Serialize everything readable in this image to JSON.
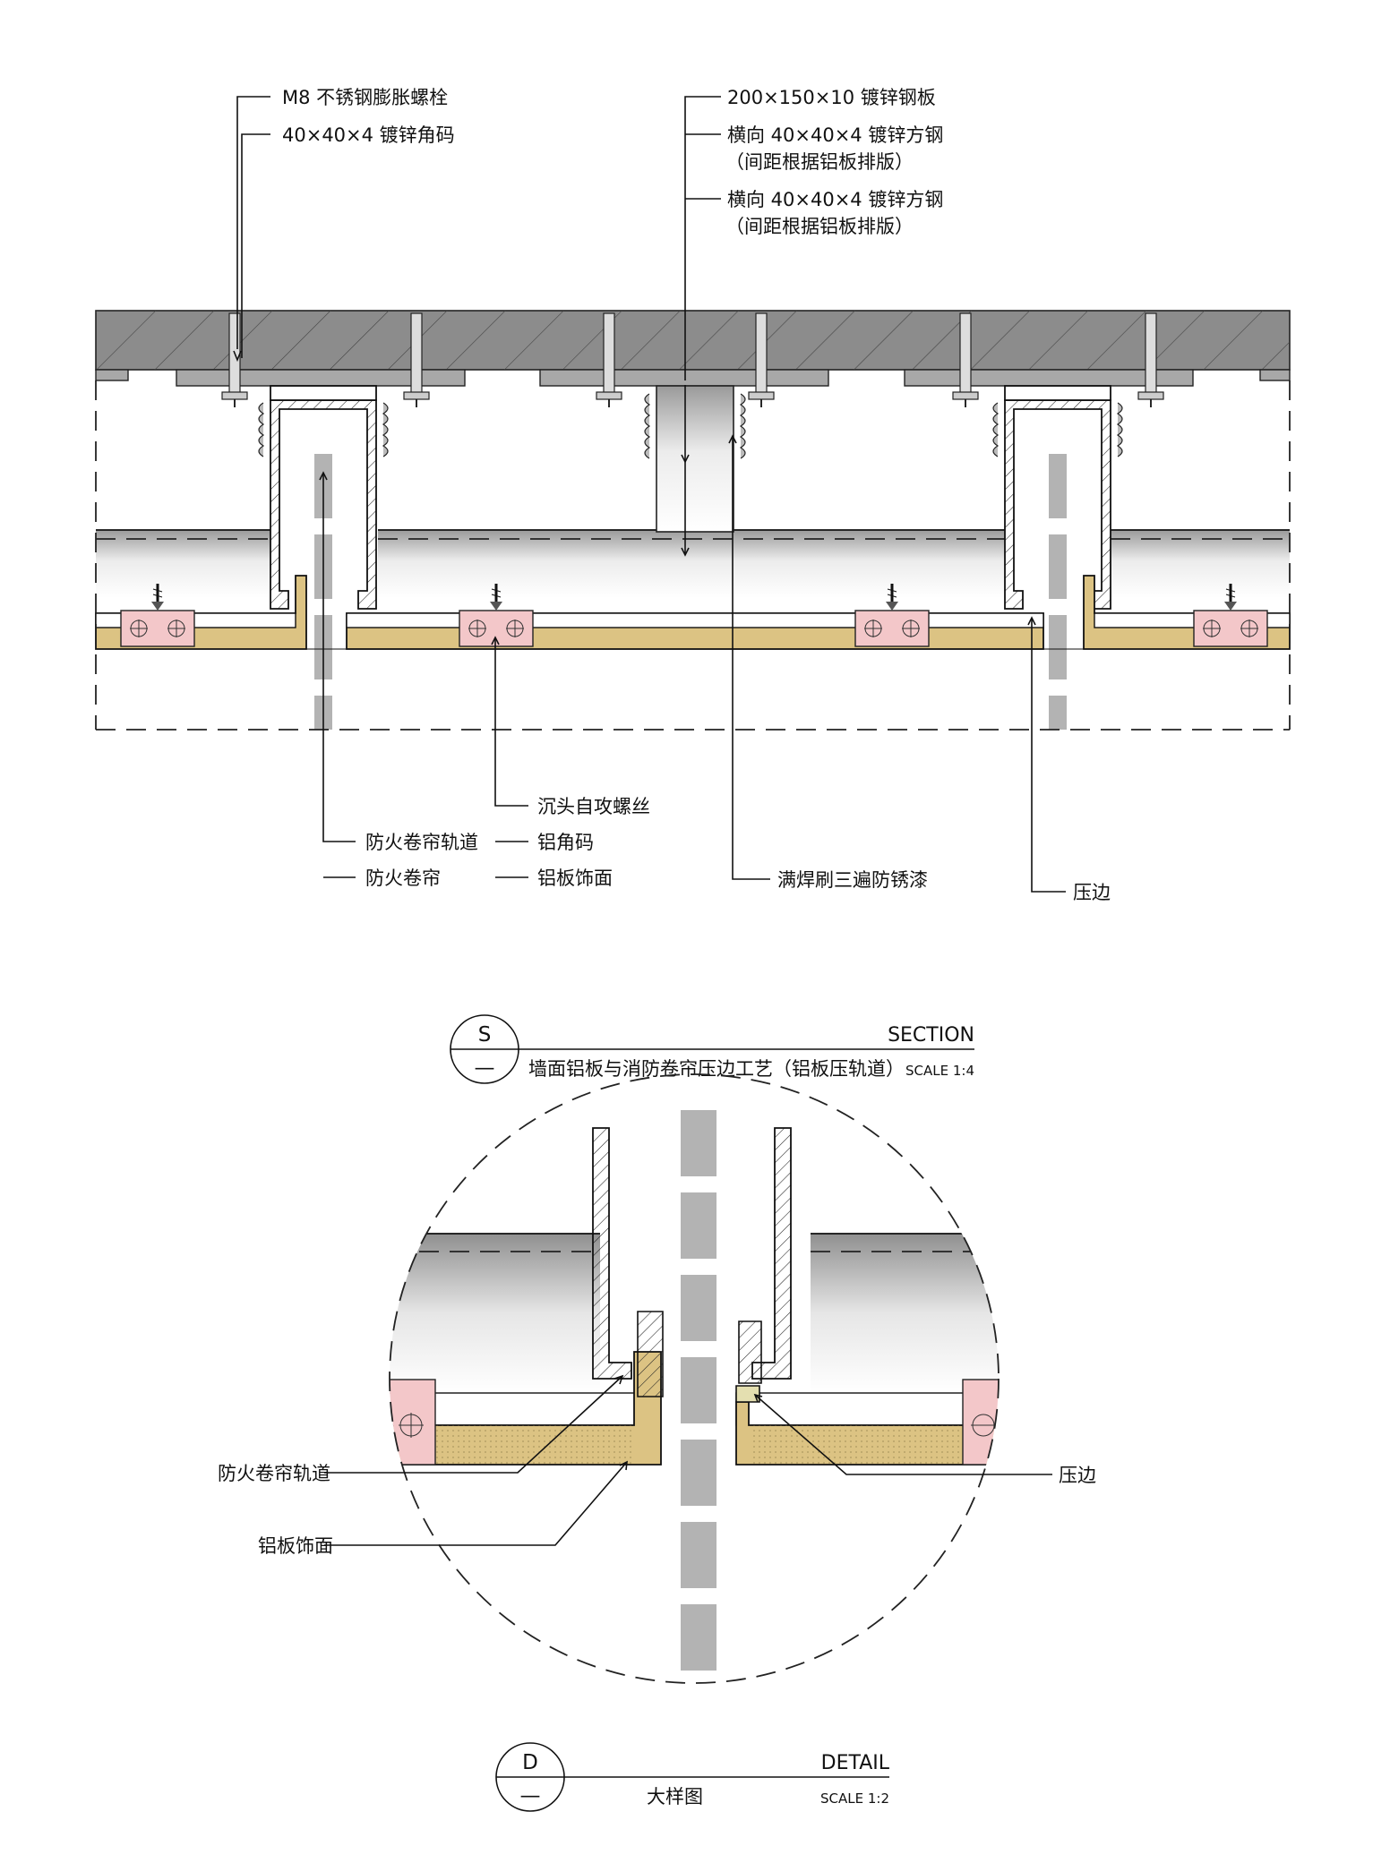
{
  "section_view": {
    "labels_top_left": {
      "bolt": "M8 不锈钢膨胀螺栓",
      "angle_code": "40×40×4 镀锌角码"
    },
    "labels_top_right": {
      "plate": "200×150×10 镀锌钢板",
      "tube_a_line1": "横向 40×40×4 镀锌方钢",
      "tube_a_line2": "（间距根据铝板排版）",
      "tube_b_line1": "横向 40×40×4 镀锌方钢",
      "tube_b_line2": "（间距根据铝板排版）"
    },
    "labels_bottom": {
      "fire_track": "防火卷帘轨道",
      "fire_curtain": "防火卷帘",
      "screw": "沉头自攻螺丝",
      "al_angle": "铝角码",
      "al_panel": "铝板饰面",
      "weld": "满焊刷三遍防锈漆",
      "trim": "压边"
    },
    "title_block": {
      "symbol": "S",
      "symbol_sub": "—",
      "type": "SECTION",
      "name": "墙面铝板与消防卷帘压边工艺（铝板压轨道）",
      "scale": "SCALE 1:4"
    }
  },
  "detail_view": {
    "labels": {
      "fire_track": "防火卷帘轨道",
      "al_panel": "铝板饰面",
      "trim": "压边"
    },
    "title_block": {
      "symbol": "D",
      "symbol_sub": "—",
      "type": "DETAIL",
      "name": "大样图",
      "scale": "SCALE 1:2"
    }
  },
  "colors": {
    "concrete": "#8c8c8c",
    "panel_fill": "#dcc383",
    "angle_block": "#f3c7c9",
    "curtain_gray": "#b3b3b3",
    "trim_fill": "#e4dfb0"
  }
}
